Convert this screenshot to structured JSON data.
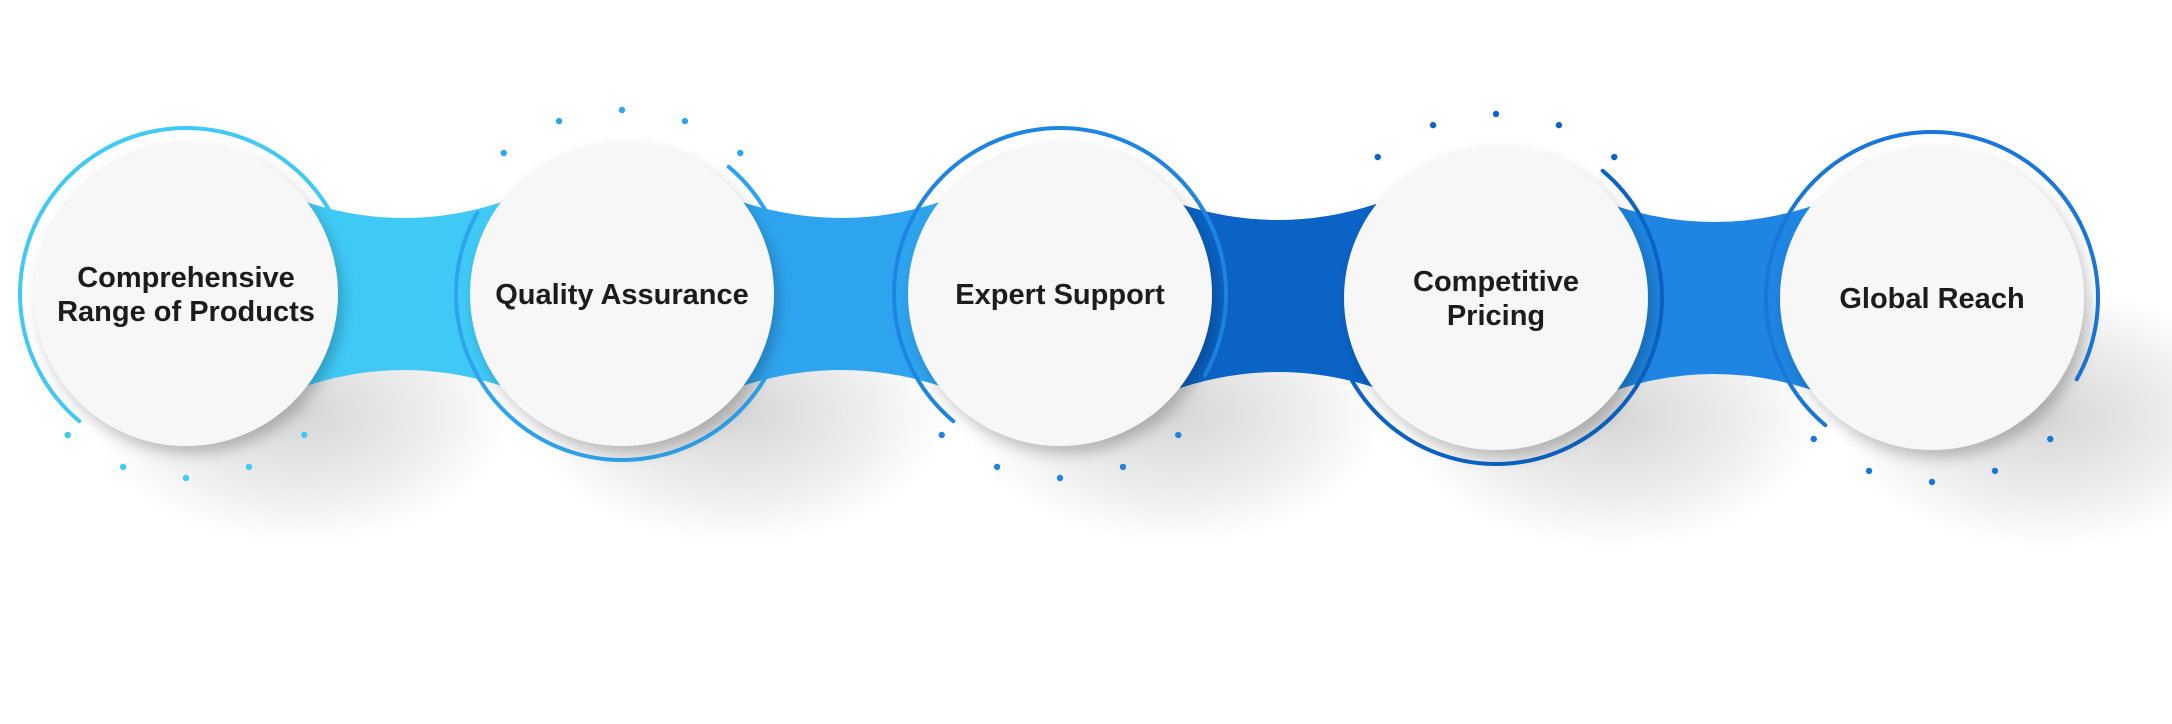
{
  "colors": {
    "background": "#ffffff",
    "circle_fill": "#f7f7f7",
    "text": "#1c1c1c",
    "stages": [
      "#3fcaf6",
      "#2ea4ef",
      "#1e86e2",
      "#0b63c6",
      "#1877d9"
    ],
    "connectors": [
      "#3fcaf6",
      "#2ea4ef",
      "#0b63c6",
      "#1e86e2"
    ]
  },
  "steps": [
    {
      "lines": [
        "Comprehensive",
        "Range of Products"
      ]
    },
    {
      "lines": [
        "Quality Assurance"
      ]
    },
    {
      "lines": [
        "Expert Support"
      ]
    },
    {
      "lines": [
        "Competitive",
        "Pricing"
      ]
    },
    {
      "lines": [
        "Global Reach"
      ]
    }
  ]
}
